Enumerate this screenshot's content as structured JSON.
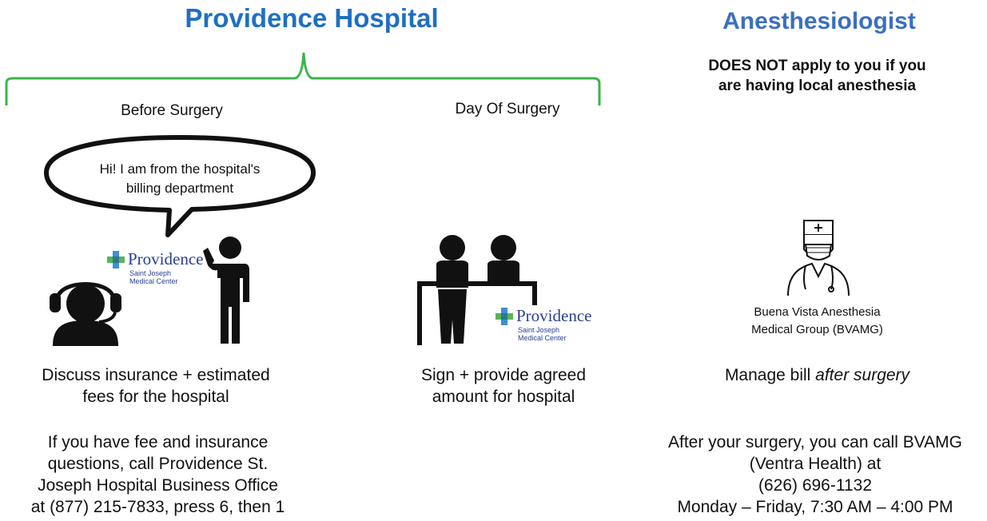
{
  "hospital": {
    "title": "Providence Hospital",
    "before": {
      "heading": "Before Surgery",
      "bubble_line1": "Hi! I am from the hospital's",
      "bubble_line2": "billing department",
      "logo_name": "Providence",
      "logo_sub1": "Saint Joseph",
      "logo_sub2": "Medical Center",
      "desc_line1": "Discuss insurance + estimated",
      "desc_line2": "fees for the hospital",
      "contact_line1": "If you have fee and insurance",
      "contact_line2": "questions, call Providence St.",
      "contact_line3": "Joseph Hospital Business Office",
      "contact_line4": "at (877) 215-7833, press 6, then 1"
    },
    "day": {
      "heading": "Day Of Surgery",
      "logo_name": "Providence",
      "logo_sub1": "Saint Joseph",
      "logo_sub2": "Medical Center",
      "desc_line1": "Sign + provide agreed",
      "desc_line2": "amount for hospital"
    }
  },
  "anesthesiologist": {
    "title": "Anesthesiologist",
    "note_line1": "DOES NOT apply to you if you",
    "note_line2": "are having local anesthesia",
    "group_line1": "Buena Vista Anesthesia",
    "group_line2": "Medical Group (BVAMG)",
    "manage_prefix": "Manage bill ",
    "manage_emph": "after surgery",
    "contact_line1": "After your surgery, you can call BVAMG",
    "contact_line2": "(Ventra Health) at",
    "contact_line3": "(626) 696-1132",
    "contact_line4": "Monday – Friday, 7:30 AM – 4:00 PM"
  },
  "colors": {
    "title_blue": "#1f6fc2",
    "brace_green": "#3ab54a",
    "logo_navy": "#2a3f8f",
    "cross_blue": "#3e8fd6",
    "cross_green": "#5bb35a"
  },
  "icons": [
    "curly-brace",
    "speech-bubble",
    "headset-agent",
    "phone-caller",
    "reception-desk",
    "doctor-with-mask",
    "providence-cross-logo"
  ]
}
